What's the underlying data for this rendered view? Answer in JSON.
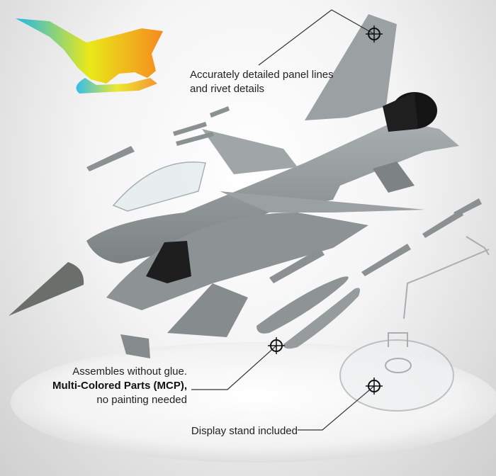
{
  "callouts": {
    "panel_lines": {
      "line1": "Accurately detailed panel lines",
      "line2": "and rivet details"
    },
    "assembly": {
      "line1": "Assembles without glue.",
      "line2": "Multi-Colored Parts (MCP),",
      "line3": "no painting needed"
    },
    "stand": {
      "text": "Display stand included"
    }
  },
  "colors": {
    "part_gray": "#8f9597",
    "part_dark": "#4b5052",
    "logo_gradient": [
      "#1fb8ea",
      "#e9e81a",
      "#f68a1f"
    ]
  },
  "icons": [
    "brand-logo-icon",
    "crosshair-icon"
  ]
}
